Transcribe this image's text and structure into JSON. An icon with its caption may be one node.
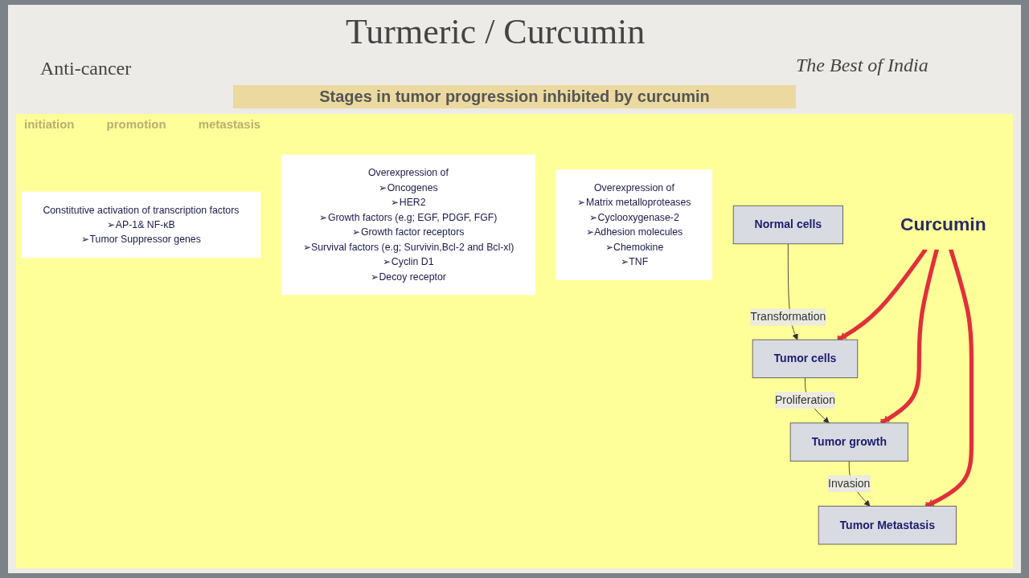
{
  "diagram": {
    "title": "Turmeric / Curcumin",
    "nodes": [
      {
        "text": [
          "Constitutive activation of transcription factors",
          "➢AP-1& NF-κB",
          "➢Tumor Suppressor genes"
        ]
      },
      {
        "text": [
          "Overexpression of",
          "➢Oncogenes",
          "➢HER2",
          "➢Growth factors (e.g; EGF, PDGF, FGF)",
          "➢Growth factor receptors",
          "➢Survival factors (e.g; Survivin,Bcl-2 and Bcl-xl)",
          "➢Cyclin D1",
          "➢Decoy receptor"
        ]
      },
      {
        "text": [
          "Overexpression of",
          "➢Matrix metalloproteases",
          "➢Cyclooxygenase-2",
          "➢Adhesion molecules",
          "➢Chemokine",
          "➢TNF"
        ]
      },
      {
        "text": [
          "Normal cells"
        ]
      },
      {
        "text": [
          "Tumor cells"
        ]
      },
      {
        "text": [
          "Tumor growth"
        ]
      },
      {
        "text": [
          "Tumor Metastasis"
        ]
      },
      {
        "text": [
          "Curcumin"
        ]
      }
    ],
    "edges": [
      {
        "from": 3,
        "to": 4,
        "arrow": "to",
        "label": "Transformation"
      },
      {
        "from": 4,
        "to": 5,
        "arrow": "to",
        "label": "Proliferation"
      },
      {
        "from": 5,
        "to": 6,
        "arrow": "to",
        "label": "Invasion"
      },
      {
        "from": 7,
        "to": 4,
        "arrow": "other",
        "style": "thick",
        "color": "#e0303a"
      },
      {
        "from": 7,
        "to": 5,
        "arrow": "other",
        "style": "thick",
        "color": "#e0303a"
      },
      {
        "from": 7,
        "to": 6,
        "arrow": "other",
        "style": "thick",
        "color": "#e0303a"
      }
    ],
    "labels": [
      "Anti-cancer",
      "The Best of India",
      "Stages in tumor progression inhibited by curcumin",
      "initiation",
      "promotion",
      "metastasis"
    ]
  }
}
